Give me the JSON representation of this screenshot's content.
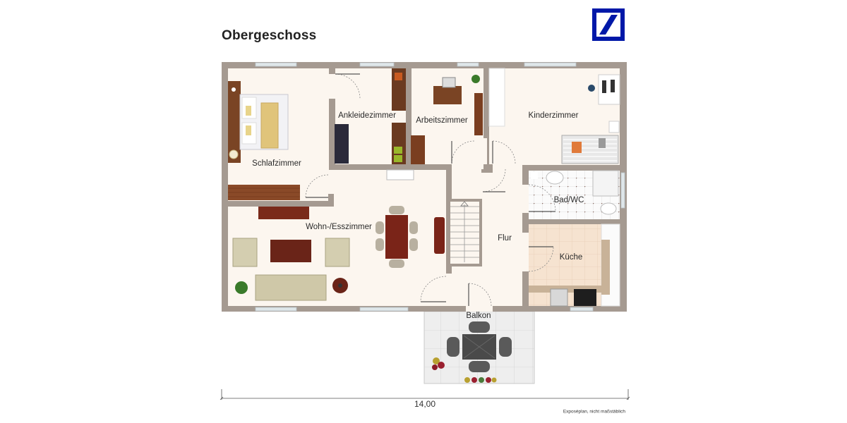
{
  "header": {
    "title": "Obergeschoss",
    "logo": "deutsche-bank-logo",
    "logo_color": "#0018A8"
  },
  "rooms": {
    "schlafzimmer": "Schlafzimmer",
    "ankleidezimmer": "Ankleidezimmer",
    "arbeitszimmer": "Arbeitszimmer",
    "kinderzimmer": "Kinderzimmer",
    "wohn_esszimmer": "Wohn-/Esszimmer",
    "flur": "Flur",
    "bad_wc": "Bad/WC",
    "kueche": "Küche",
    "balkon": "Balkon"
  },
  "dimension": {
    "width_label": "14,00"
  },
  "footer": {
    "note": "Exposéplan, nicht maßstäblich"
  },
  "colors": {
    "wall": "#a59a91",
    "floor": "#fcf6ef",
    "kitchen_floor": "#f5e2cf",
    "balcony_floor": "#ececec",
    "window": "#dfe7ea",
    "wood": "#7a3a1e"
  }
}
